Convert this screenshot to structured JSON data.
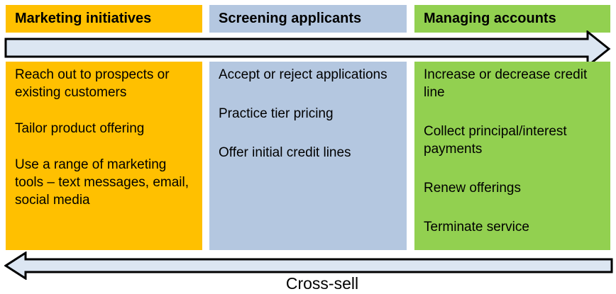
{
  "stages": [
    {
      "id": "marketing",
      "header": "Marketing initiatives",
      "color": "#FFC000",
      "items": [
        "Reach out to prospects or existing customers",
        "Tailor product offering",
        "Use a range of marketing tools – text messages, email, social media"
      ]
    },
    {
      "id": "screening",
      "header": "Screening applicants",
      "color": "#B4C7E0",
      "items": [
        "Accept or reject applications",
        "Practice tier pricing",
        "Offer initial credit lines"
      ]
    },
    {
      "id": "managing",
      "header": "Managing accounts",
      "color": "#92D050",
      "items": [
        "Increase or decrease credit line",
        "Collect principal/interest payments",
        "Renew offerings",
        "Terminate service"
      ]
    }
  ],
  "arrows": {
    "forward": {
      "direction": "right",
      "label": ""
    },
    "backward": {
      "direction": "left",
      "label": "Cross-sell"
    }
  },
  "colors": {
    "marketing": "#FFC000",
    "screening": "#B4C7E0",
    "managing": "#92D050",
    "arrow_fill": "#DCE6F2",
    "arrow_border": "#000000",
    "text": "#000000",
    "background": "#FFFFFF"
  }
}
